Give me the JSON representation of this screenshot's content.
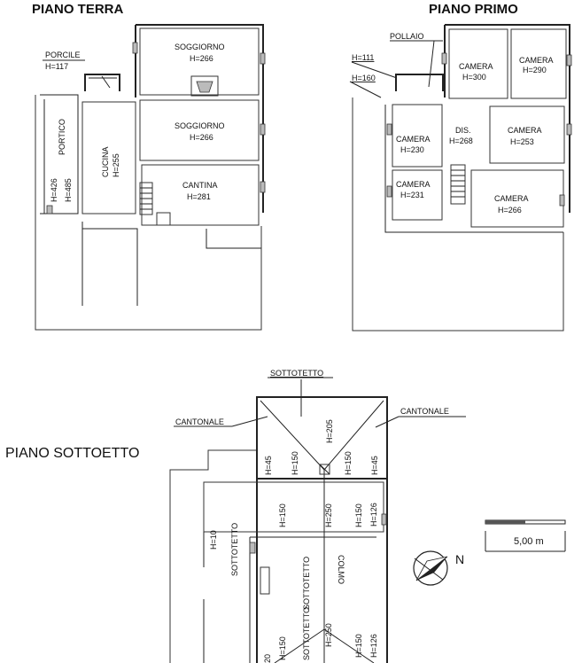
{
  "titles": {
    "ground": "PIANO TERRA",
    "first": "PIANO PRIMO",
    "attic": "PIANO SOTTOETTO"
  },
  "ground": {
    "porcile": "PORCILE",
    "porcile_h": "H=117",
    "soggiorno1": "SOGGIORNO",
    "soggiorno1_h": "H=266",
    "soggiorno2": "SOGGIORNO",
    "soggiorno2_h": "H=266",
    "portico": "PORTICO",
    "cucina": "CUCINA",
    "cucina_h": "H=255",
    "cantina": "CANTINA",
    "cantina_h": "H=281",
    "h426": "H=426",
    "h485": "H=485"
  },
  "first": {
    "pollaio": "POLLAIO",
    "h111": "H=111",
    "h160": "H=160",
    "camera1": "CAMERA",
    "camera1_h": "H=300",
    "camera2": "CAMERA",
    "camera2_h": "H=290",
    "camera3": "CAMERA",
    "camera3_h": "H=230",
    "dis": "DIS.",
    "dis_h": "H=268",
    "camera4": "CAMERA",
    "camera4_h": "H=253",
    "camera5": "CAMERA",
    "camera5_h": "H=231",
    "camera6": "CAMERA",
    "camera6_h": "H=266"
  },
  "attic": {
    "sottotetto_top": "SOTTOTETTO",
    "cantonale_left": "CANTONALE",
    "cantonale_right": "CANTONALE",
    "h45_left": "H=45",
    "h150_a": "H=150",
    "h205": "H=205",
    "h150_b": "H=150",
    "h45_right": "H=45",
    "h10": "H=10",
    "sottotetto_left": "SOTTOTETTO",
    "h150_c": "H=150",
    "h250_a": "H=250",
    "h150_d": "H=150",
    "h126_a": "H=126",
    "sottotetto_mid": "SOTTOTETTO",
    "colmo": "COLMO",
    "h20": "20",
    "h150_e": "H=150",
    "sottotetto_low": "SOTTOTETTO",
    "h250_b": "H=250",
    "h150_f": "H=150",
    "h126_b": "H=126"
  },
  "scale": {
    "label": "5,00 m"
  },
  "north": {
    "label": "N"
  }
}
